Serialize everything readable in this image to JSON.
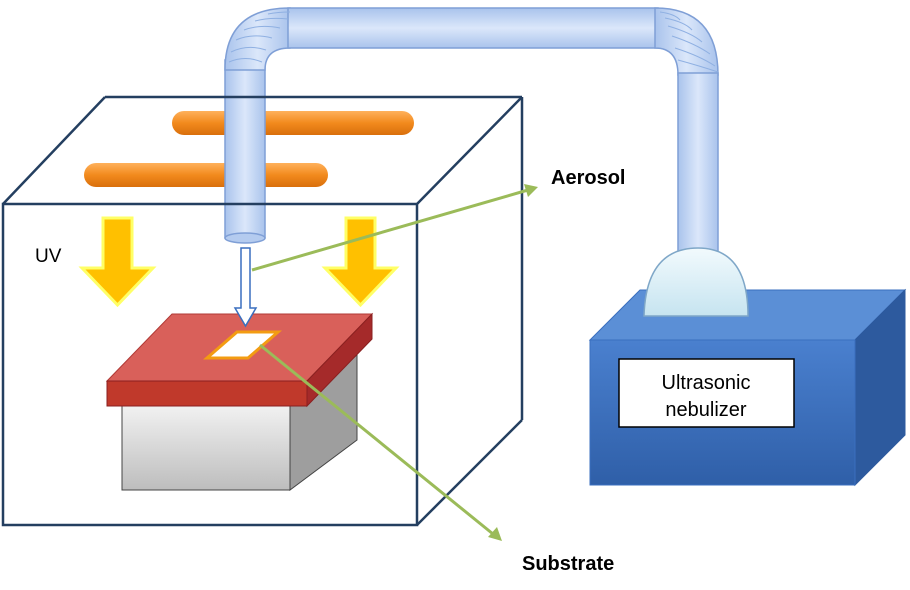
{
  "labels": {
    "uv": "UV",
    "aerosol": "Aerosol",
    "substrate": "Substrate",
    "nebulizer_line1": "Ultrasonic",
    "nebulizer_line2": "nebulizer"
  },
  "colors": {
    "chamber_outline": "#243f60",
    "lamp_orange": "#f0922c",
    "uv_arrow_fill": "#ffc000",
    "uv_arrow_stroke": "#ffff66",
    "tube_fill": "#c5d7f4",
    "tube_stroke": "#7f9fd6",
    "stage_top": "#d9534f",
    "stage_front": "#c0392b",
    "stage_side": "#a52a2a",
    "pedestal_front": "#d9d9d9",
    "pedestal_side": "#9e9e9e",
    "substrate_border": "#f39c12",
    "nebulizer_front": "#3a6fbf",
    "nebulizer_top": "#4f86d1",
    "nebulizer_side": "#2d5a9e",
    "dome_fill": "#dff0f7",
    "pointer_line": "#9bbb59"
  }
}
